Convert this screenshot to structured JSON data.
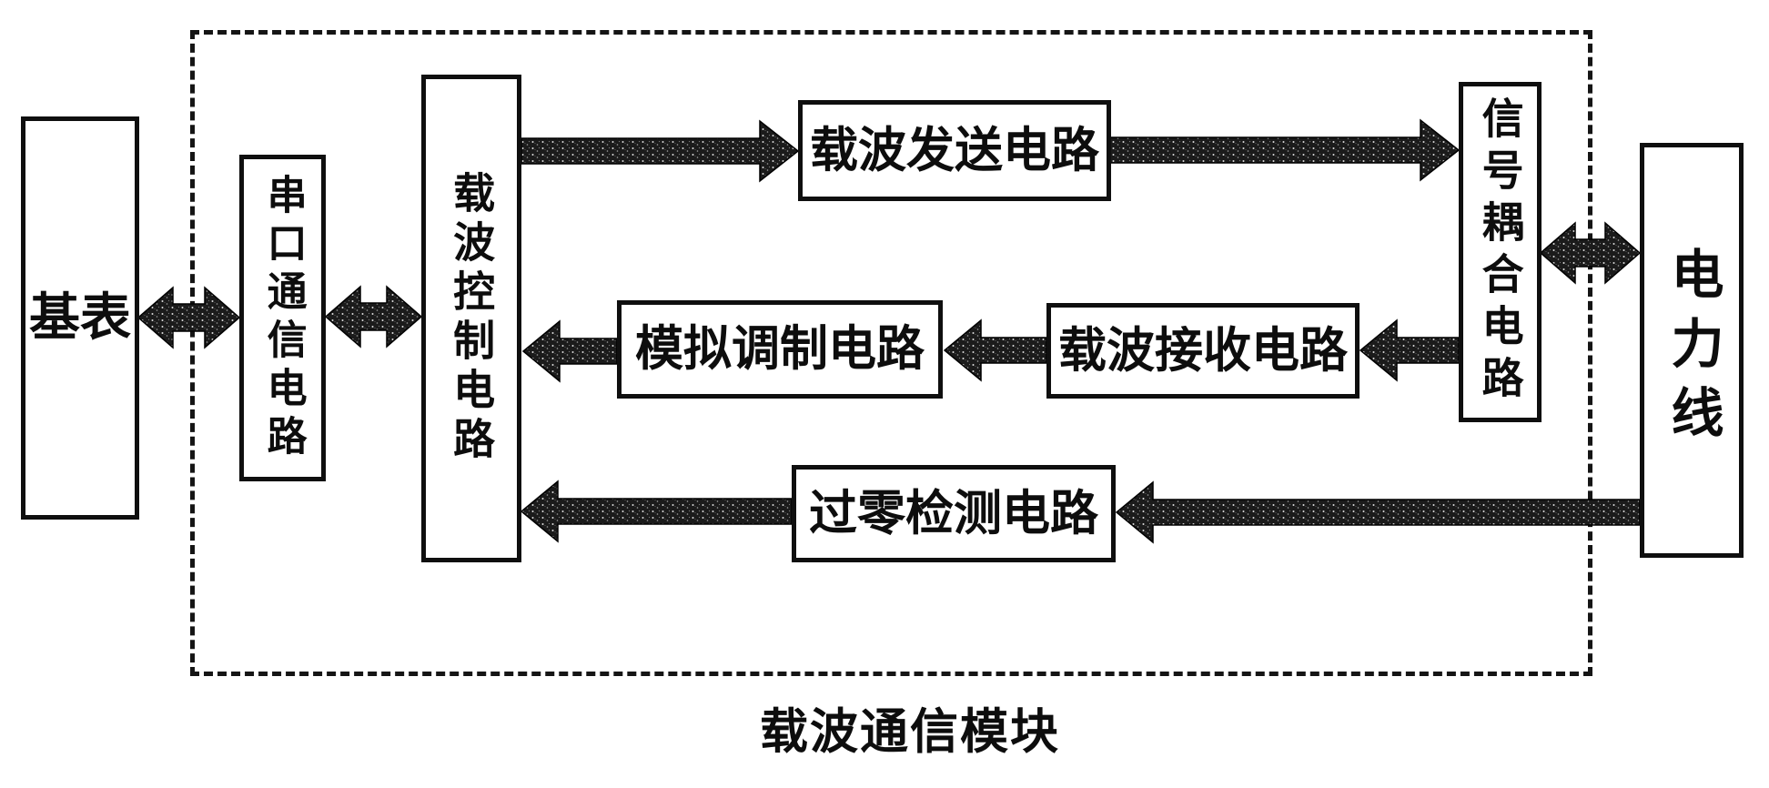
{
  "diagram": {
    "caption": "载波通信模块",
    "colors": {
      "ink": "#0f0f0f",
      "background": "#ffffff",
      "arrow_fill": "#1b1b1b",
      "arrow_speckle": "#f2f2f2"
    },
    "nodes": {
      "base_meter": {
        "label": "基表",
        "orientation": "horizontal"
      },
      "serial_comm": {
        "label": "串口通信电路",
        "orientation": "vertical"
      },
      "carrier_control": {
        "label": "载波控制电路",
        "orientation": "vertical"
      },
      "carrier_send": {
        "label": "载波发送电路",
        "orientation": "horizontal"
      },
      "signal_coupling": {
        "label": "信号耦合电路",
        "orientation": "vertical"
      },
      "power_line": {
        "label": "电力线",
        "orientation": "vertical"
      },
      "analog_modulation": {
        "label": "模拟调制电路",
        "orientation": "horizontal"
      },
      "carrier_receive": {
        "label": "载波接收电路",
        "orientation": "horizontal"
      },
      "zero_crossing": {
        "label": "过零检测电路",
        "orientation": "horizontal"
      }
    },
    "arrows": [
      {
        "from": "基表",
        "to": "串口通信电路",
        "bidirectional": true
      },
      {
        "from": "串口通信电路",
        "to": "载波控制电路",
        "bidirectional": true
      },
      {
        "from": "载波控制电路",
        "to": "载波发送电路",
        "bidirectional": false
      },
      {
        "from": "载波发送电路",
        "to": "信号耦合电路",
        "bidirectional": false
      },
      {
        "from": "信号耦合电路",
        "to": "电力线",
        "bidirectional": true
      },
      {
        "from": "信号耦合电路",
        "to": "载波接收电路",
        "bidirectional": false
      },
      {
        "from": "载波接收电路",
        "to": "模拟调制电路",
        "bidirectional": false
      },
      {
        "from": "模拟调制电路",
        "to": "载波控制电路",
        "bidirectional": false
      },
      {
        "from": "电力线",
        "to": "过零检测电路",
        "bidirectional": false
      },
      {
        "from": "过零检测电路",
        "to": "载波控制电路",
        "bidirectional": false
      }
    ]
  }
}
